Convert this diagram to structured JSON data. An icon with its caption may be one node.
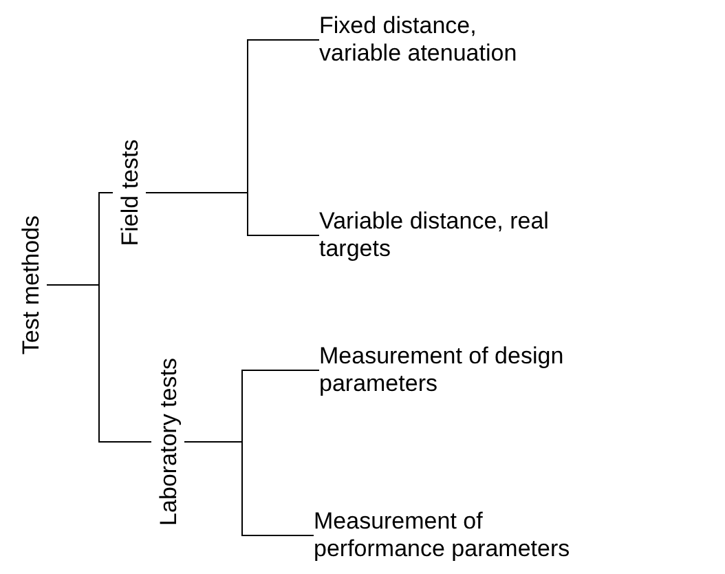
{
  "diagram": {
    "nodes": [
      {
        "text": [
          "Test methods"
        ]
      },
      {
        "text": [
          "Field tests"
        ]
      },
      {
        "text": [
          "Laboratory tests"
        ]
      },
      {
        "text": [
          "Fixed distance, variable atenuation"
        ]
      },
      {
        "text": [
          "Variable distance, real targets"
        ]
      },
      {
        "text": [
          "Measurement of design parameters"
        ]
      },
      {
        "text": [
          "Measurement of performance parameters"
        ]
      }
    ],
    "edges": [
      {
        "from": 0,
        "to": 1,
        "arrow": "none"
      },
      {
        "from": 0,
        "to": 2,
        "arrow": "none"
      },
      {
        "from": 1,
        "to": 3,
        "arrow": "none"
      },
      {
        "from": 1,
        "to": 4,
        "arrow": "none"
      },
      {
        "from": 2,
        "to": 5,
        "arrow": "none"
      },
      {
        "from": 2,
        "to": 6,
        "arrow": "none"
      }
    ]
  }
}
